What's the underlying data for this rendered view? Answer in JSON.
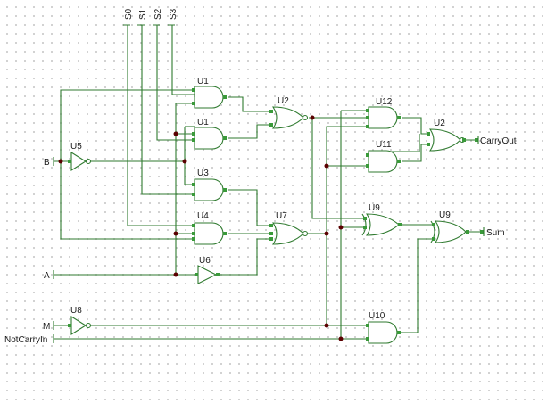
{
  "inputs": {
    "s0": "S0",
    "s1": "S1",
    "s2": "S2",
    "s3": "S3",
    "b": "B",
    "a": "A",
    "m": "M",
    "not_carry_in": "NotCarryIn"
  },
  "outputs": {
    "carry_out": "CarryOut",
    "sum": "Sum"
  },
  "gates": {
    "u1a": "U1",
    "u1b": "U1",
    "u3": "U3",
    "u4": "U4",
    "u5": "U5",
    "u6": "U6",
    "u2a": "U2",
    "u7": "U7",
    "u8": "U8",
    "u12": "U12",
    "u11": "U11",
    "u2b": "U2",
    "u9a": "U9",
    "u9b": "U9",
    "u10": "U10"
  },
  "colors": {
    "wire": "#2f7a2f",
    "junction": "#5a0000",
    "background": "#ffffff",
    "grid_dot": "#c9c9c9"
  }
}
